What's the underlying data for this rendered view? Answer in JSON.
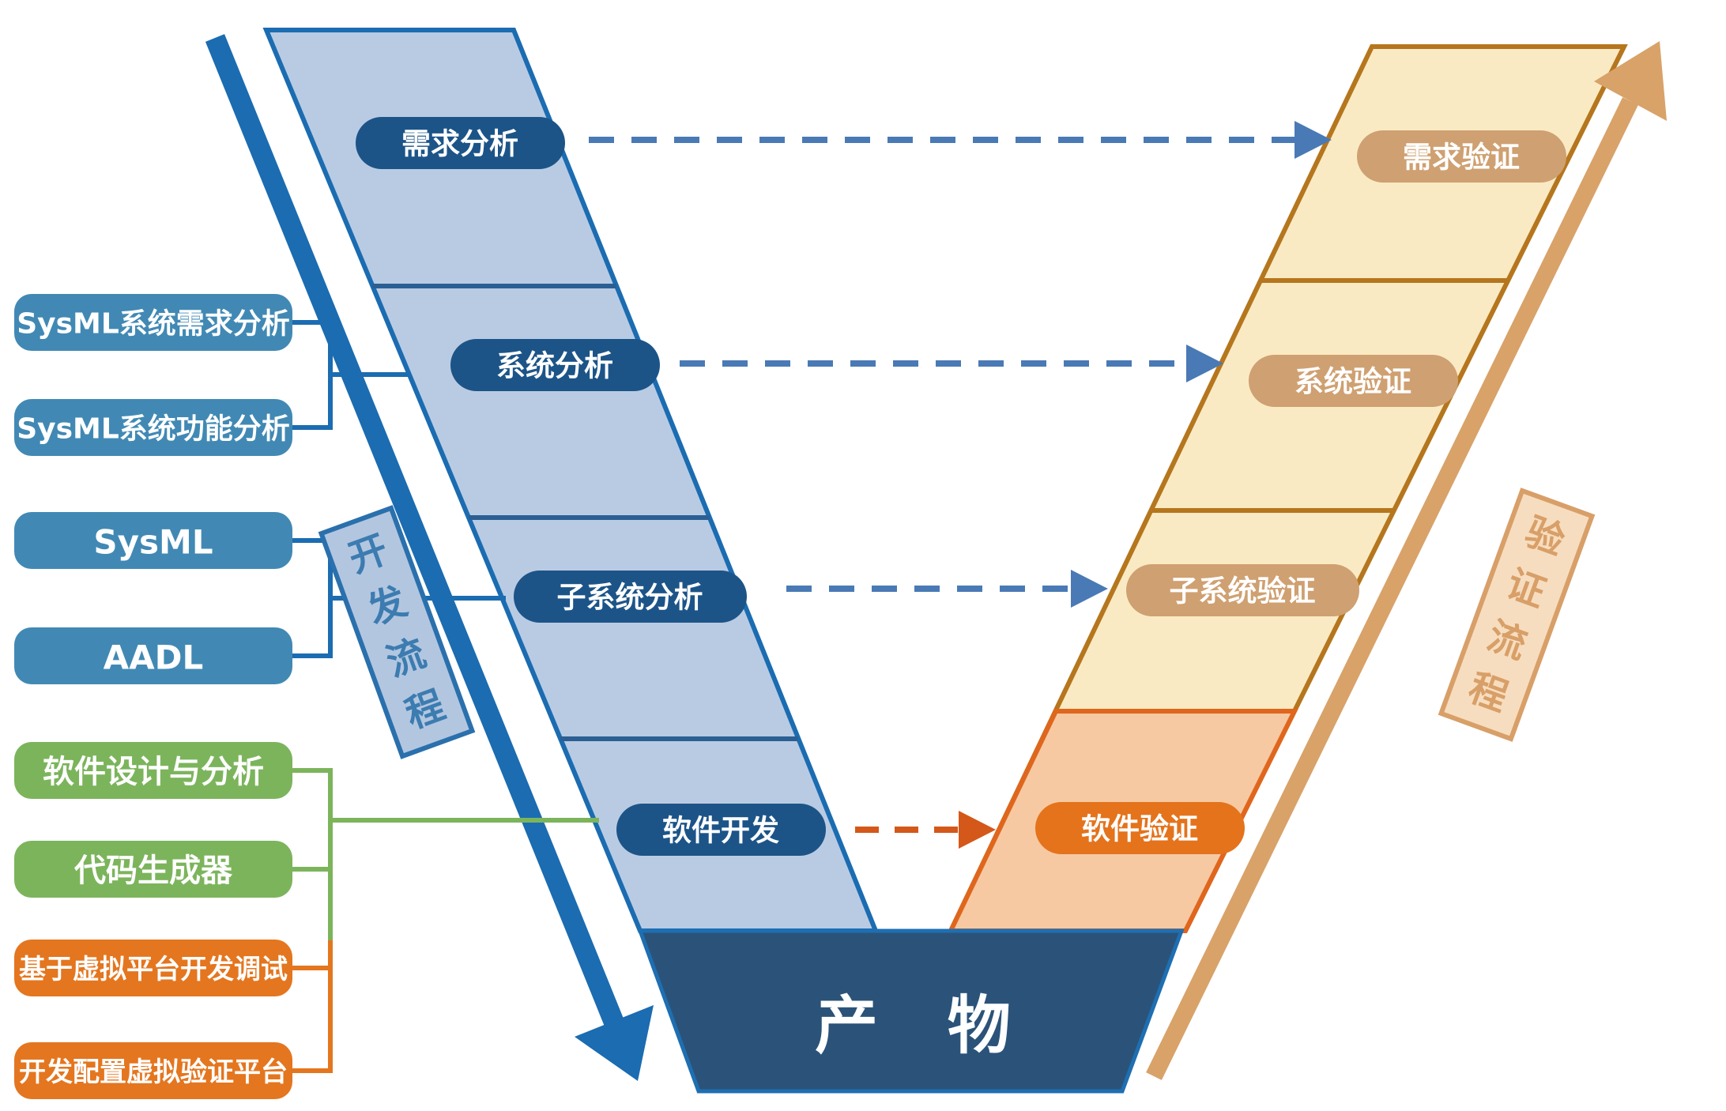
{
  "left_leg": {
    "flow_label": "开发流程",
    "stages": [
      "需求分析",
      "系统分析",
      "子系统分析",
      "软件开发"
    ]
  },
  "right_leg": {
    "flow_label": "验证流程",
    "stages": [
      "需求验证",
      "系统验证",
      "子系统验证",
      "软件验证"
    ]
  },
  "product": {
    "label": "产 物"
  },
  "tools": {
    "sysml_requirements": "SysML系统需求分析",
    "sysml_functional": "SysML系统功能分析",
    "sysml": "SysML",
    "aadl": "AADL",
    "sw_design": "软件设计与分析",
    "code_generator": "代码生成器",
    "vp_debug": "基于虚拟平台开发调试",
    "vp_config": "开发配置虚拟验证平台"
  },
  "colors": {
    "left_band_fill": "#b9cbe3",
    "left_band_border": "#1b6cb1",
    "left_divider": "#2b5f93",
    "left_pill": "#1c5488",
    "right_band_fill": "#faeac4",
    "right_band_border": "#b5761d",
    "right_pill": "#cfa071",
    "orange_band_fill": "#f6c9a2",
    "orange_band_border": "#e0661d",
    "orange_pill": "#e4731c",
    "product_fill": "#2b5379",
    "product_border": "#1e6fb2",
    "blue_box": "#4189b4",
    "green_box": "#7cb45c",
    "orange_box": "#e4761f",
    "blue_dashed_arrow": "#4a7ab5",
    "orange_dashed_arrow": "#d4581a",
    "dev_arrow": "#1b6cb1",
    "verify_arrow": "#d8a269",
    "dev_label_fill": "#b3c6e0",
    "dev_label_border": "#2a70ad",
    "dev_label_text": "#3c7cb0",
    "verify_label_fill": "#f7ddbf",
    "verify_label_text": "#d89f68"
  }
}
